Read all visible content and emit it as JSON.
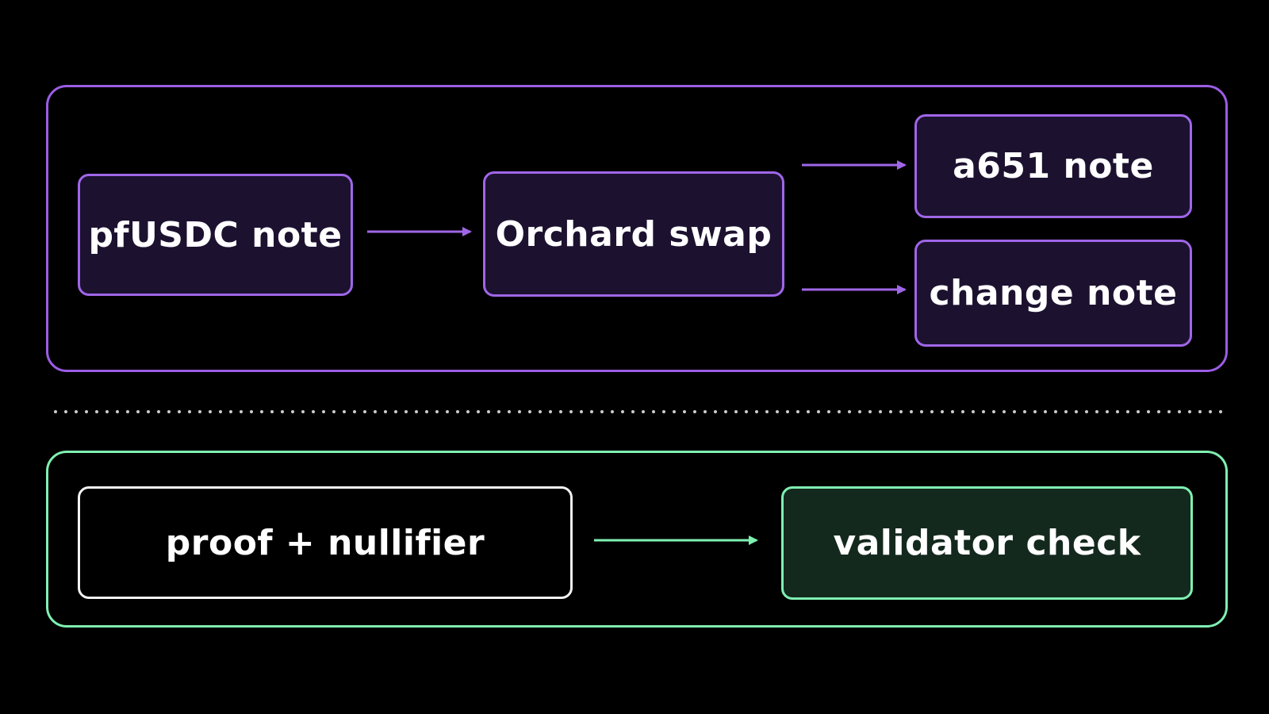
{
  "diagram": {
    "top_group": {
      "nodes": {
        "input": "pfUSDC note",
        "swap": "Orchard swap",
        "output_a": "a651 note",
        "output_b": "change note"
      }
    },
    "bottom_group": {
      "nodes": {
        "proof": "proof + nullifier",
        "check": "validator check"
      }
    },
    "colors": {
      "purple_accent": "#a066e8",
      "green_accent": "#7ff0b2",
      "background": "#000000"
    }
  }
}
